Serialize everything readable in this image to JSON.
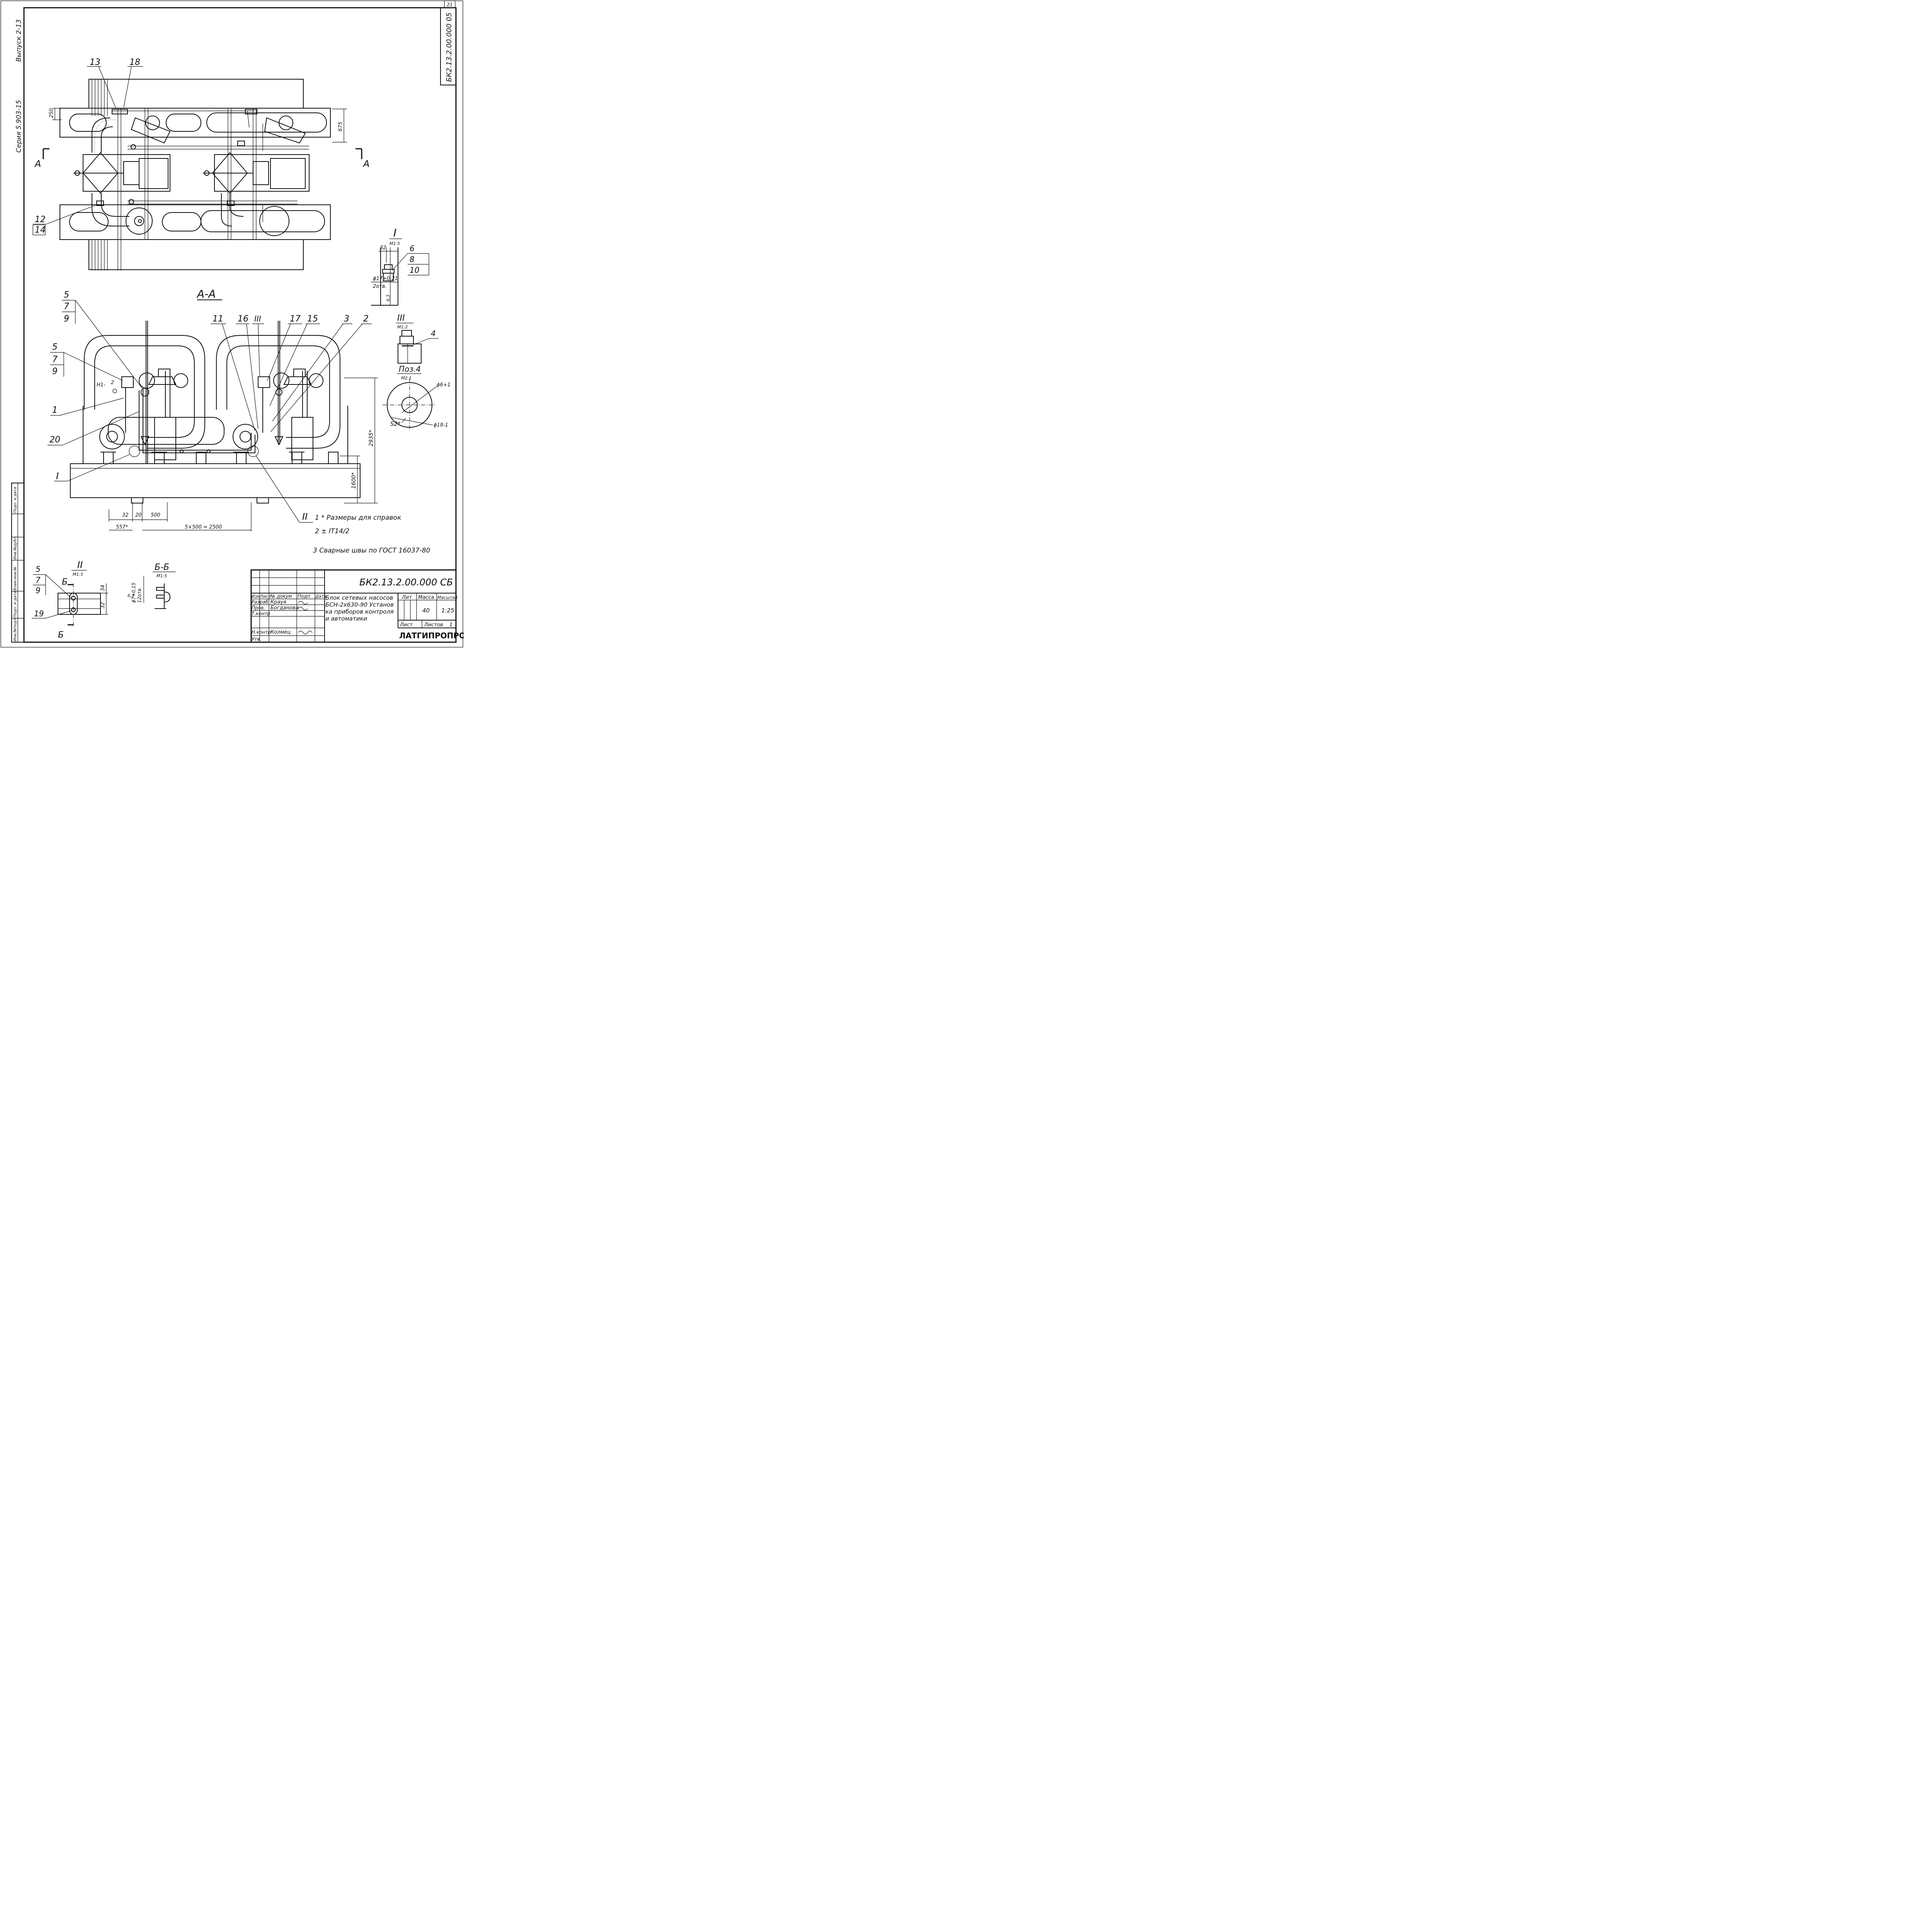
{
  "drawing_number": "БК2.13.2.00.000 СБ",
  "drawing_number_vertical": "БК2.13.2.00.000 05",
  "sheet_corner": "21",
  "left_margin": {
    "series": "Серия  5.903-15",
    "issue": "Выпуск 2-13",
    "stamp_fields": [
      "Инв.№подл",
      "Подп. и дата",
      "Взам.инв.№",
      "Инв.№дубл.",
      "Подп. и дата"
    ]
  },
  "plan": {
    "callouts": [
      "13",
      "18",
      "12",
      "14"
    ],
    "dims": [
      "250",
      "675"
    ],
    "section_mark_left": "А",
    "section_mark_right": "А"
  },
  "section_aa": {
    "title": "А-А",
    "callouts_left": [
      "5",
      "7",
      "9",
      "5",
      "7",
      "9",
      "1",
      "20",
      "I"
    ],
    "callouts_top": [
      "11",
      "16",
      "III",
      "17",
      "15",
      "3",
      "2"
    ],
    "callout_bottom": "II",
    "level_mark": "Н1-",
    "level_value": "2",
    "dims_bottom": [
      "32",
      "20",
      "500",
      "557*",
      "5×500 = 2500"
    ],
    "dims_right": [
      "2935*",
      "1600*"
    ]
  },
  "detail_I": {
    "title": "I",
    "scale": "М1:5",
    "dim": "32",
    "callouts": [
      "6",
      "8",
      "10"
    ],
    "hole": "ϕ17+0,21",
    "holes": "2отв.",
    "weld": "6,3"
  },
  "detail_III": {
    "title": "III",
    "scale": "М1:2",
    "callout": "4"
  },
  "pos4": {
    "title": "Поз.4",
    "scale": "М2:1",
    "d_outer": "ϕ18-1",
    "d_inner": "ϕ6+1",
    "thickness": "S2*"
  },
  "detail_II": {
    "title": "II",
    "scale": "М1:5",
    "callouts": [
      "5",
      "7",
      "9",
      "19"
    ],
    "section_mark": "Б",
    "dims": [
      "34",
      "32"
    ]
  },
  "section_bb": {
    "title": "Б-Б",
    "scale": "М1:5",
    "hole": "ϕ7+0,15",
    "holes": "12отв.",
    "weld": "6,3"
  },
  "notes": [
    "1 * Размеры для справок",
    "2 ± IT14/2",
    "3 Сварные швы по ГОСТ 16037-80"
  ],
  "title_block": {
    "designation": "БК2.13.2.00.000 СБ",
    "name_lines": [
      "Блок сетевых насосов",
      "БСН-2х630-90 Установ",
      "ка приборов контроля",
      "и автоматики"
    ],
    "col_headers": [
      "Изм",
      "Лист",
      "№ докум",
      "Подп",
      "Дата"
    ],
    "roles": [
      {
        "role": "Разраб.",
        "name": "Крауя"
      },
      {
        "role": "Пров.",
        "name": "Богданова"
      },
      {
        "role": "Т.контр",
        "name": ""
      },
      {
        "role": "Н.контр",
        "name": "Колмец"
      },
      {
        "role": "Утв.",
        "name": ""
      }
    ],
    "lit_label": "Лит",
    "mass_label": "Масса",
    "scale_label": "Масштаб",
    "mass": "40",
    "scale": "1:25",
    "sheet_label": "Лист",
    "sheets_label": "Листов",
    "sheets": "1",
    "organization": "ЛАТГИПРОПРОМ"
  }
}
